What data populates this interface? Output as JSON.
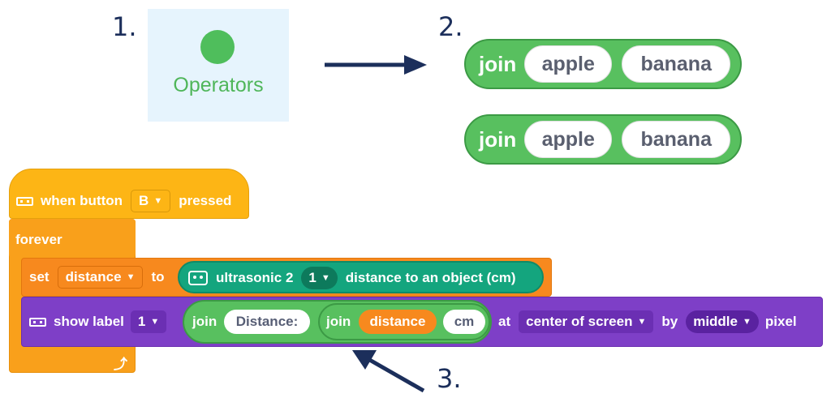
{
  "steps": [
    "1.",
    "2.",
    "3."
  ],
  "category": {
    "label": "Operators",
    "color": "#4fbe5c"
  },
  "join_blocks": [
    {
      "op": "join",
      "a": "apple",
      "b": "banana"
    },
    {
      "op": "join",
      "a": "apple",
      "b": "banana"
    }
  ],
  "script": {
    "hat": {
      "prefix": "when button",
      "button": "B",
      "suffix": "pressed"
    },
    "loop": {
      "label": "forever"
    },
    "set": {
      "label": "set",
      "variable": "distance",
      "to": "to",
      "sensor": {
        "name": "ultrasonic 2",
        "port": "1",
        "suffix": "distance to an object (cm)"
      }
    },
    "show_label": {
      "label": "show label",
      "index": "1",
      "join_outer": {
        "op": "join",
        "text": "Distance:"
      },
      "join_inner": {
        "op": "join",
        "variable": "distance",
        "text": "cm"
      },
      "at": "at",
      "position": "center of screen",
      "by": "by",
      "align": "middle",
      "unit": "pixel"
    }
  },
  "colors": {
    "events": "#fdb515",
    "control": "#f9a01b",
    "variables": "#f7891e",
    "sensing": "#14a57e",
    "display": "#7e3fc7",
    "operators": "#58c05f",
    "annotation": "#1c2f5b"
  }
}
